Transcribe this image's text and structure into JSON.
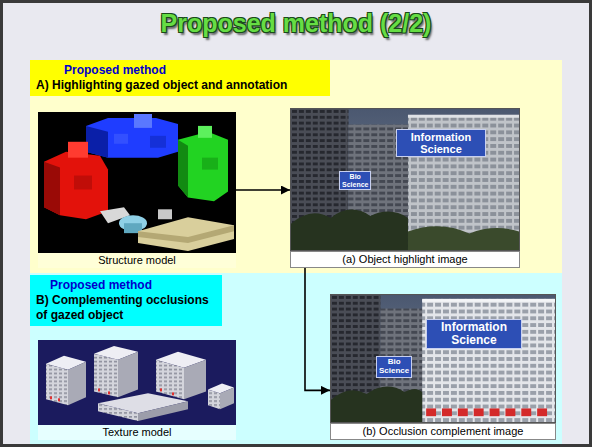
{
  "diagram": {
    "title": "Proposed method (2/2)",
    "nodes": [
      {
        "text": [
          "Proposed method",
          "A) Highlighting gazed object and annotation"
        ]
      },
      {
        "text": [
          "Structure model"
        ],
        "in": 0
      },
      {
        "text": [
          "(a) Object highlight image"
        ],
        "in": 0
      },
      {
        "text": [
          "Proposed method",
          "B) Complementing occlusions of gazed object"
        ]
      },
      {
        "text": [
          "Texture model"
        ],
        "in": 3
      },
      {
        "text": [
          "(b) Occlusion complement image"
        ],
        "in": 3
      }
    ],
    "edges": [
      {
        "from": 1,
        "to": 2,
        "arrow": "to"
      },
      {
        "from": 2,
        "to": 5,
        "arrow": "to"
      }
    ],
    "labels": [
      "Information Science",
      "Bio Science",
      "Information Science",
      "Bio Science"
    ]
  }
}
